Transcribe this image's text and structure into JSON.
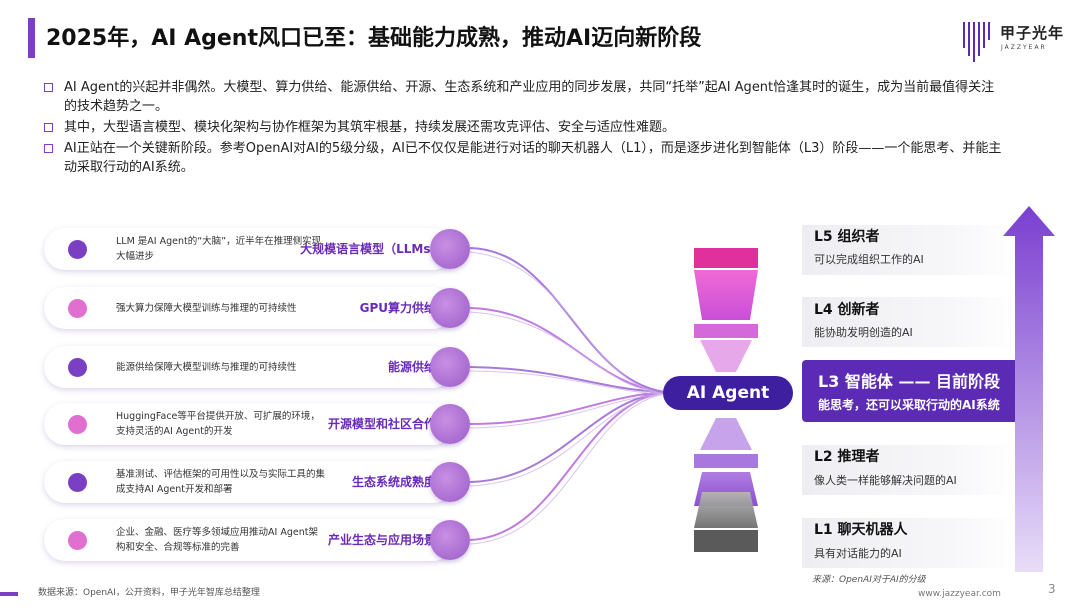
{
  "header": {
    "title": "2025年，AI Agent风口已至：基础能力成熟，推动AI迈向新阶段",
    "logo_text": "甲子光年",
    "logo_sub": "JAZZYEAR"
  },
  "bullets": [
    "AI Agent的兴起并非偶然。大模型、算力供给、能源供给、开源、生态系统和产业应用的同步发展，共同“托举”起AI  Agent恰逢其时的诞生，成为当前最值得关注的技术趋势之一。",
    "其中，大型语言模型、模块化架构与协作框架为其筑牢根基，持续发展还需攻克评估、安全与适应性难题。",
    "AI正站在一个关键新阶段。参考OpenAI对AI的5级分级，AI已不仅仅是能进行对话的聊天机器人（L1），而是逐步进化到智能体（L3）阶段——一个能思考、并能主动采取行动的AI系统。"
  ],
  "factors": [
    {
      "desc": "LLM 是AI Agent的“大脑”，近半年在推理侧实现大幅进步",
      "label": "大规模语言模型（LLMs)",
      "dot_color": "#7b3fc4"
    },
    {
      "desc": "强大算力保障大模型训练与推理的可持续性",
      "label": "GPU算力供给",
      "dot_color": "#e06fd0"
    },
    {
      "desc": "能源供给保障大模型训练与推理的可持续性",
      "label": "能源供给",
      "dot_color": "#7b3fc4"
    },
    {
      "desc": "HuggingFace等平台提供开放、可扩展的环境，支持灵活的AI  Agent的开发",
      "label": "开源模型和社区合作",
      "dot_color": "#e06fd0"
    },
    {
      "desc": "基准测试、评估框架的可用性以及与实际工具的集成支持AI  Agent开发和部署",
      "label": "生态系统成熟度",
      "dot_color": "#7b3fc4"
    },
    {
      "desc": "企业、金融、医疗等多领域应用推动AI Agent架构和安全、合规等标准的完善",
      "label": "产业生态与应用场景",
      "dot_color": "#e06fd0"
    }
  ],
  "center": {
    "label": "AI Agent"
  },
  "levels": [
    {
      "title": "L5 组织者",
      "desc": "可以完成组织工作的AI"
    },
    {
      "title": "L4 创新者",
      "desc": "能协助发明创造的AI"
    },
    {
      "title": "L3 智能体 —— 目前阶段",
      "desc": "能思考，还可以采取行动的AI系统"
    },
    {
      "title": "L2 推理者",
      "desc": "像人类一样能够解决问题的AI"
    },
    {
      "title": "L1 聊天机器人",
      "desc": "具有对话能力的AI"
    }
  ],
  "level_source": "来源：OpenAI对于AI的分级",
  "footer": {
    "source": "数据来源：OpenAI，公开资料，甲子光年智库总结整理",
    "url": "www.jazzyear.com",
    "page": "3"
  },
  "colors": {
    "accent": "#7b3fc4",
    "dark_purple": "#3d1fa0",
    "magenta": "#e05ad0",
    "gray": "#8a8a8a"
  }
}
